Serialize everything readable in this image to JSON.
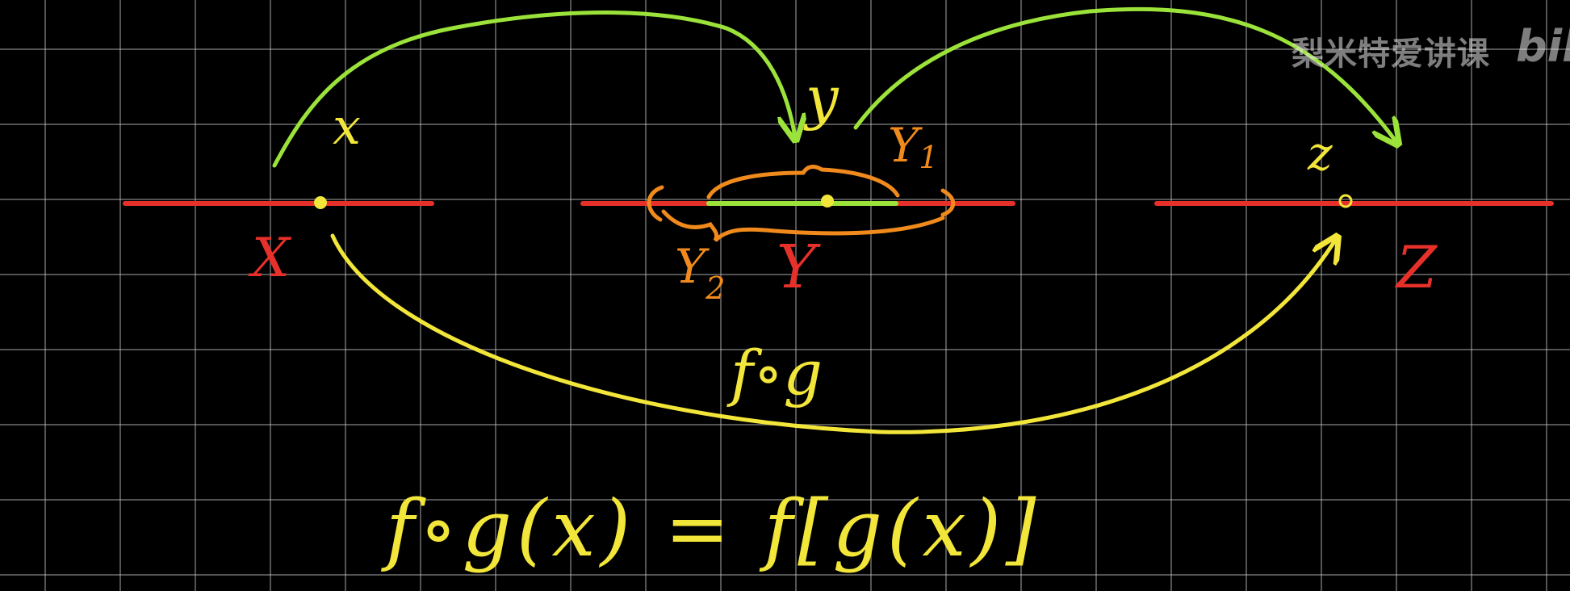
{
  "diagram": {
    "sets": {
      "X": "X",
      "Y": "Y",
      "Z": "Z",
      "Y1": "Y",
      "Y1_sub": "1",
      "Y2": "Y",
      "Y2_sub": "2"
    },
    "elements": {
      "x": "x",
      "y": "y",
      "z": "z"
    },
    "composition_label": "f∘g",
    "formula": "f∘g(x) = f[g(x)]",
    "colors": {
      "background": "#000000",
      "grid": "#c8c8c8",
      "axis": "#e8302a",
      "set_label": "#e8302a",
      "subset_arc": "#f08a1c",
      "subset_label": "#f08a1c",
      "inner_segment": "#9be23a",
      "map_arrow": "#9be23a",
      "composition_arrow": "#f2e63a",
      "element_label": "#f2e63a",
      "point": "#f2e63a"
    }
  },
  "watermark": {
    "text": "梨米特爱讲课",
    "logo_text": "bili"
  }
}
